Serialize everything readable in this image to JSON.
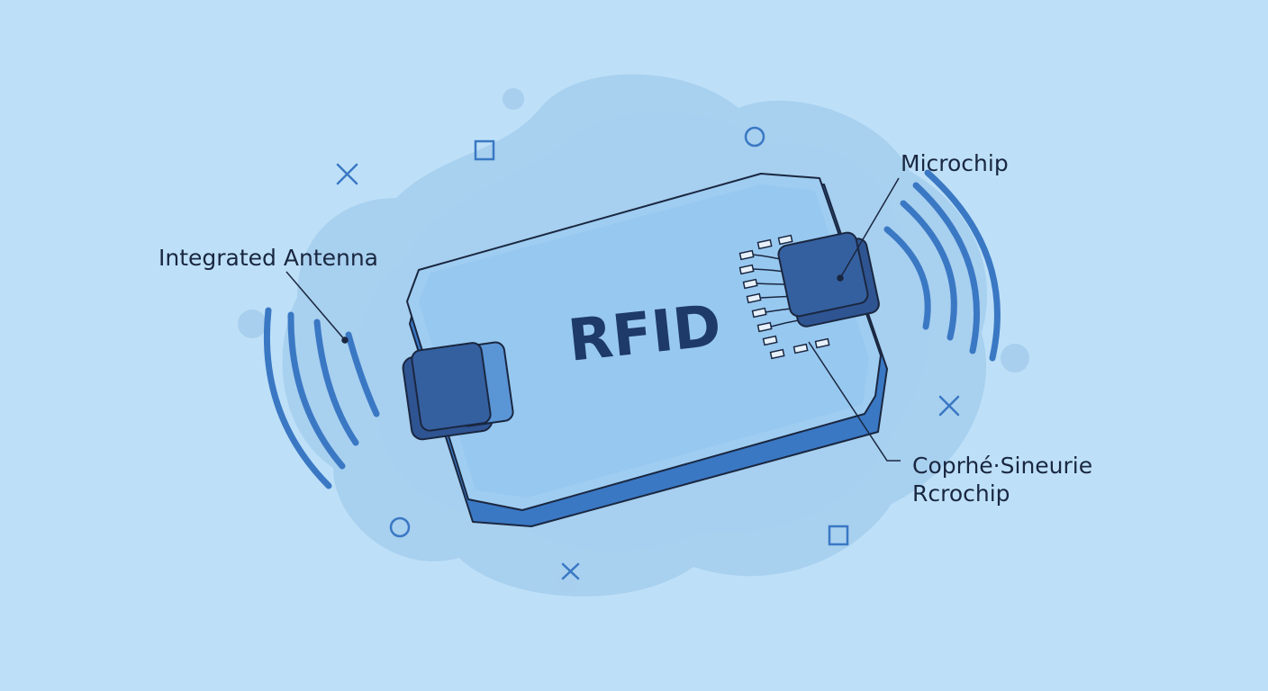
{
  "card": {
    "text": "RFID"
  },
  "labels": {
    "antenna": "Integrated Antenna",
    "microchip": "Microchip",
    "bottom_line1": "Coprhé·Sineurie",
    "bottom_line2": "Rcrochip"
  },
  "colors": {
    "background": "#bde0f8",
    "blob": "#9ec9ea",
    "card_face": "#9fcdf2",
    "card_edge": "#3a78c4",
    "chip": "#2f5492",
    "waves": "#3a78c4",
    "ink": "#1a2740"
  },
  "icons": [
    "x-icon",
    "square-icon",
    "circle-icon",
    "wave-icon",
    "chip-icon"
  ]
}
